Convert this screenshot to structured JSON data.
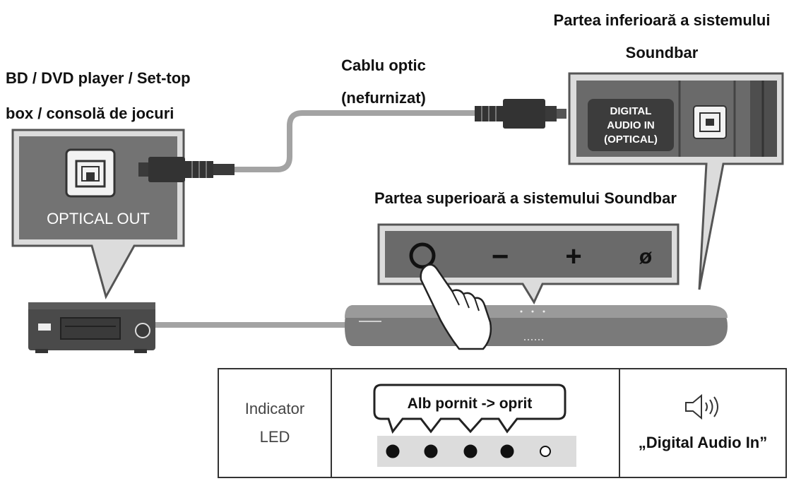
{
  "labels": {
    "source_line1": "BD / DVD player / Set-top",
    "source_line2": "box / consolă de jocuri",
    "cable_line1": "Cablu optic",
    "cable_line2": "(nefurnizat)",
    "bottom_line1": "Partea inferioară a sistemului",
    "bottom_line2": "Soundbar",
    "top_side": "Partea superioară a sistemului Soundbar",
    "optical_out": "OPTICAL OUT",
    "digital_in_line1": "DIGITAL",
    "digital_in_line2": "AUDIO IN",
    "digital_in_line3": "(OPTICAL)"
  },
  "buttons": {
    "power": "O",
    "minus": "−",
    "plus": "+",
    "mic": "ø"
  },
  "table": {
    "indicator_line1": "Indicator",
    "indicator_line2": "LED",
    "led_callout": "Alb pornit -> oprit",
    "led_states": [
      "on",
      "on",
      "on",
      "on",
      "off"
    ],
    "source_name": "„Digital Audio In”"
  },
  "colors": {
    "panel_gray": "#d8d8d8",
    "dark_panel": "#6a6a6a",
    "port_box": "#3c3c3c",
    "cable": "#a3a3a3"
  }
}
